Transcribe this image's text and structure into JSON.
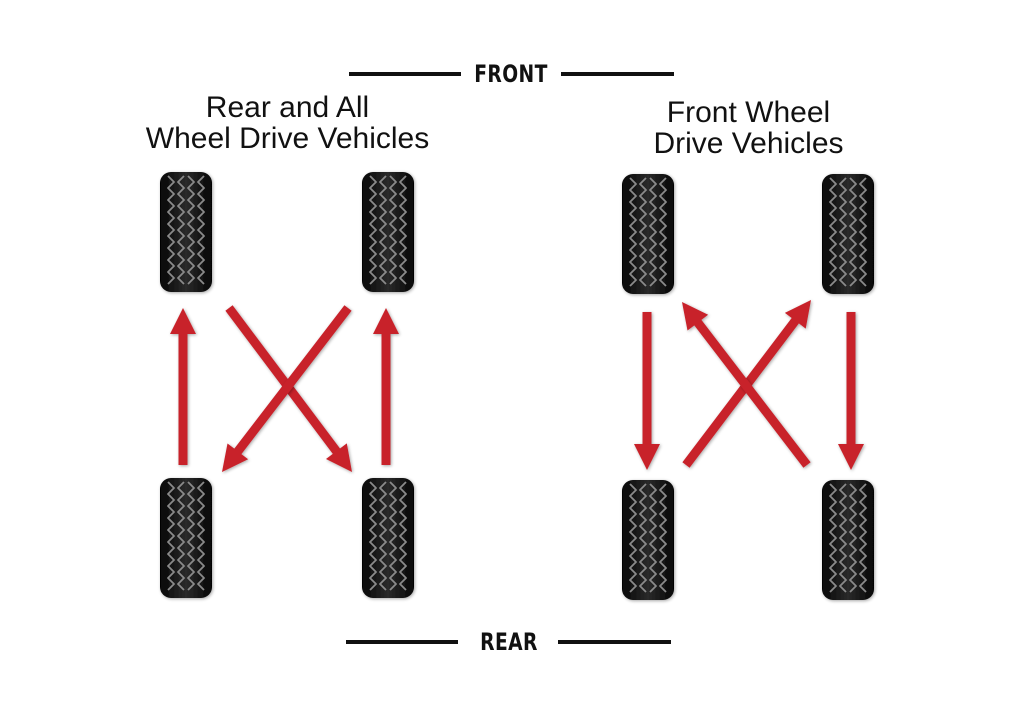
{
  "labels": {
    "front": "FRONT",
    "rear": "REAR"
  },
  "diagrams": [
    {
      "id": "rwd-awd",
      "title_line1": "Rear and All",
      "title_line2": "Wheel Drive Vehicles",
      "pattern": "rearward-cross",
      "moves": [
        {
          "from": "rear-left",
          "to": "front-left",
          "type": "straight"
        },
        {
          "from": "rear-right",
          "to": "front-right",
          "type": "straight"
        },
        {
          "from": "front-left",
          "to": "rear-right",
          "type": "cross"
        },
        {
          "from": "front-right",
          "to": "rear-left",
          "type": "cross"
        }
      ]
    },
    {
      "id": "fwd",
      "title_line1": "Front Wheel",
      "title_line2": "Drive Vehicles",
      "pattern": "forward-cross",
      "moves": [
        {
          "from": "front-left",
          "to": "rear-left",
          "type": "straight"
        },
        {
          "from": "front-right",
          "to": "rear-right",
          "type": "straight"
        },
        {
          "from": "rear-left",
          "to": "front-right",
          "type": "cross"
        },
        {
          "from": "rear-right",
          "to": "front-left",
          "type": "cross"
        }
      ]
    }
  ],
  "colors": {
    "arrow": "#c8202a",
    "tire": "#141414",
    "tread": "#8a8a8a",
    "rule": "#111111"
  }
}
